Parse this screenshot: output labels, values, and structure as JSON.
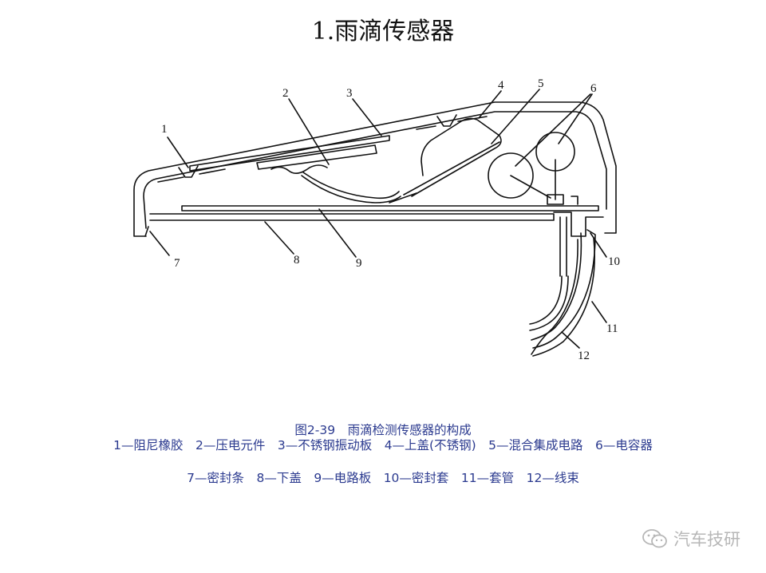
{
  "title": "1.雨滴传感器",
  "labels": {
    "n1": "1",
    "n2": "2",
    "n3": "3",
    "n4": "4",
    "n5": "5",
    "n6": "6",
    "n7": "7",
    "n8": "8",
    "n9": "9",
    "n10": "10",
    "n11": "11",
    "n12": "12"
  },
  "caption": {
    "title": "图2-39　雨滴检测传感器的构成",
    "line1": "1—阻尼橡胶　2—压电元件　3—不锈钢振动板　4—上盖(不锈钢)　5—混合集成电路　6—电容器",
    "line2": "7—密封条　8—下盖　9—电路板　10—密封套　11—套管　12—线束"
  },
  "watermark": {
    "text": "汽车技研",
    "icon": "wechat-icon"
  }
}
